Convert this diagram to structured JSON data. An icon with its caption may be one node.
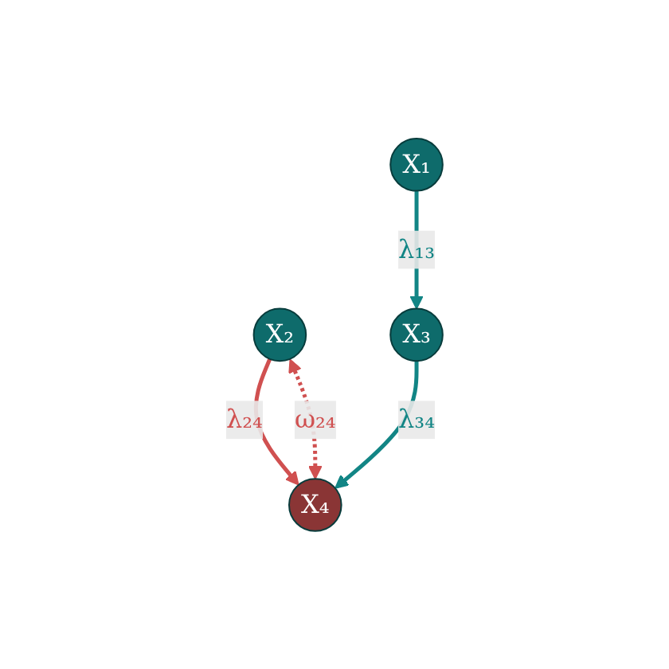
{
  "diagram": {
    "nodes": [
      {
        "text": [
          "X₁"
        ]
      },
      {
        "text": [
          "X₂"
        ]
      },
      {
        "text": [
          "X₃"
        ]
      },
      {
        "text": [
          "X₄"
        ]
      }
    ],
    "edges": [
      {
        "from": 0,
        "to": 2,
        "arrow": "to",
        "label": "λ₁₃"
      },
      {
        "from": 1,
        "to": 3,
        "arrow": "to",
        "label": "λ₂₄",
        "color": "#d05050"
      },
      {
        "from": 2,
        "to": 3,
        "arrow": "to",
        "label": "λ₃₄"
      },
      {
        "from": 1,
        "to": 3,
        "arrow": "both",
        "label": "ω₂₄",
        "style": "dashed",
        "color": "#d05050"
      }
    ]
  }
}
